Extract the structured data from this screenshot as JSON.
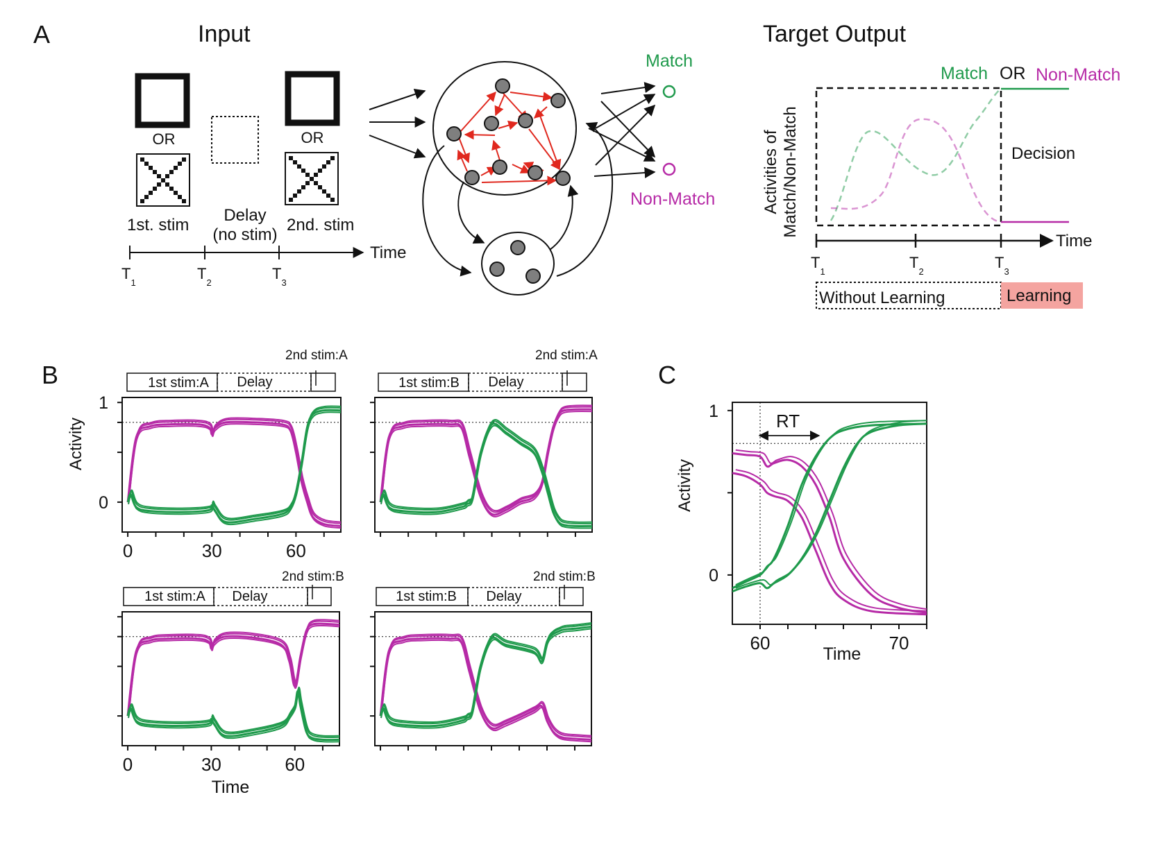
{
  "colors": {
    "match": "#1f9a4c",
    "nonmatch": "#b62aa6",
    "edge": "#e0281e",
    "node": "#7f7f7f",
    "learning_bg": "#f4a4a0"
  },
  "panel_labels": {
    "a": "A",
    "b": "B",
    "c": "C"
  },
  "panel_a": {
    "input_title": "Input",
    "or_label": "OR",
    "stim_labels": [
      "1st. stim",
      "Delay",
      "(no stim)",
      "2nd. stim"
    ],
    "time_label": "Time",
    "t_labels": [
      [
        "T",
        "1"
      ],
      [
        "T",
        "2"
      ],
      [
        "T",
        "3"
      ]
    ],
    "match_label": "Match",
    "nonmatch_label": "Non-Match",
    "target_title": "Target Output",
    "target_match": "Match",
    "target_or": "OR",
    "target_nonmatch": "Non-Match",
    "ylabel_line1": "Activities of",
    "ylabel_line2": "Match/Non-Match",
    "decision_label": "Decision",
    "without_learning": "Without Learning",
    "learning": "Learning"
  },
  "panel_b": {
    "ylabel": "Activity",
    "xlabel": "Time",
    "delay_label": "Delay",
    "subplots": [
      {
        "first_stim": "1st stim:A",
        "second_stim": "2nd stim:A"
      },
      {
        "first_stim": "1st stim:B",
        "second_stim": "2nd stim:A"
      },
      {
        "first_stim": "1st stim:A",
        "second_stim": "2nd stim:B"
      },
      {
        "first_stim": "1st stim:B",
        "second_stim": "2nd stim:B"
      }
    ]
  },
  "panel_c": {
    "ylabel": "Activity",
    "xlabel": "Time",
    "rt_label": "RT"
  },
  "chart_data": [
    {
      "type": "line",
      "title": "1st stim:A / 2nd stim:A",
      "xlabel": "",
      "ylabel": "Activity",
      "xlim": [
        -2,
        76
      ],
      "ylim": [
        -0.3,
        1.05
      ],
      "x_ticks": [
        "0",
        "30",
        "60"
      ],
      "y_ticks": [
        "0",
        "1"
      ],
      "threshold": 0.8,
      "series": [
        {
          "name": "Non-Match",
          "color": "nonmatch",
          "x": [
            0,
            3,
            8,
            15,
            25,
            29,
            30,
            31,
            35,
            45,
            55,
            58,
            60,
            62,
            64,
            66,
            70,
            76
          ],
          "y": [
            0,
            0.65,
            0.76,
            0.78,
            0.78,
            0.75,
            0.68,
            0.74,
            0.8,
            0.8,
            0.78,
            0.72,
            0.5,
            0.2,
            0,
            -0.15,
            -0.22,
            -0.24
          ]
        },
        {
          "name": "Match",
          "color": "match",
          "x": [
            0,
            1,
            3,
            8,
            20,
            29,
            30,
            31,
            35,
            45,
            55,
            58,
            60,
            62,
            64,
            66,
            70,
            76
          ],
          "y": [
            0,
            0.08,
            -0.05,
            -0.09,
            -0.1,
            -0.08,
            -0.03,
            -0.08,
            -0.2,
            -0.17,
            -0.12,
            -0.05,
            0.1,
            0.4,
            0.75,
            0.88,
            0.92,
            0.92
          ]
        }
      ]
    },
    {
      "type": "line",
      "title": "1st stim:B / 2nd stim:A",
      "xlabel": "",
      "ylabel": "",
      "xlim": [
        -2,
        76
      ],
      "ylim": [
        -0.3,
        1.05
      ],
      "threshold": 0.8,
      "series": [
        {
          "name": "Non-Match",
          "color": "nonmatch",
          "x": [
            0,
            3,
            8,
            15,
            25,
            29,
            32,
            36,
            40,
            45,
            50,
            55,
            58,
            60,
            62,
            64,
            66,
            70,
            76
          ],
          "y": [
            0,
            0.65,
            0.76,
            0.78,
            0.78,
            0.75,
            0.45,
            0.05,
            -0.12,
            -0.08,
            0.0,
            0.05,
            0.2,
            0.5,
            0.75,
            0.88,
            0.92,
            0.93,
            0.93
          ]
        },
        {
          "name": "Match",
          "color": "match",
          "x": [
            0,
            1,
            3,
            8,
            20,
            29,
            31,
            33,
            36,
            40,
            45,
            50,
            55,
            58,
            60,
            62,
            64,
            66,
            70,
            76
          ],
          "y": [
            0,
            0.08,
            -0.05,
            -0.09,
            -0.1,
            -0.05,
            -0.02,
            0.05,
            0.5,
            0.78,
            0.7,
            0.6,
            0.5,
            0.3,
            0.1,
            -0.1,
            -0.2,
            -0.23,
            -0.24,
            -0.24
          ]
        }
      ]
    },
    {
      "type": "line",
      "title": "1st stim:A / 2nd stim:B",
      "xlabel": "Time",
      "ylabel": "",
      "xlim": [
        -2,
        76
      ],
      "ylim": [
        -0.3,
        1.05
      ],
      "x_ticks": [
        "0",
        "30",
        "60"
      ],
      "threshold": 0.8,
      "series": [
        {
          "name": "Non-Match",
          "color": "nonmatch",
          "x": [
            0,
            3,
            8,
            15,
            25,
            29,
            30,
            31,
            35,
            45,
            55,
            58,
            60,
            62,
            64,
            66,
            70,
            76
          ],
          "y": [
            0,
            0.65,
            0.76,
            0.78,
            0.78,
            0.75,
            0.68,
            0.74,
            0.8,
            0.79,
            0.72,
            0.55,
            0.3,
            0.6,
            0.85,
            0.92,
            0.93,
            0.92
          ]
        },
        {
          "name": "Match",
          "color": "match",
          "x": [
            0,
            1,
            3,
            8,
            20,
            29,
            30,
            31,
            35,
            45,
            55,
            58,
            60,
            61,
            62,
            64,
            66,
            70,
            76
          ],
          "y": [
            0,
            0.08,
            -0.05,
            -0.09,
            -0.1,
            -0.08,
            -0.03,
            -0.08,
            -0.2,
            -0.17,
            -0.1,
            0.0,
            0.1,
            0.25,
            0.1,
            -0.15,
            -0.22,
            -0.24,
            -0.24
          ]
        }
      ]
    },
    {
      "type": "line",
      "title": "1st stim:B / 2nd stim:B",
      "xlabel": "",
      "ylabel": "",
      "xlim": [
        -2,
        76
      ],
      "ylim": [
        -0.3,
        1.05
      ],
      "threshold": 0.8,
      "series": [
        {
          "name": "Non-Match",
          "color": "nonmatch",
          "x": [
            0,
            3,
            8,
            15,
            25,
            29,
            32,
            36,
            40,
            45,
            55,
            58,
            60,
            62,
            64,
            66,
            70,
            76
          ],
          "y": [
            0,
            0.65,
            0.76,
            0.78,
            0.78,
            0.75,
            0.45,
            0.05,
            -0.12,
            -0.08,
            0.05,
            0.1,
            -0.05,
            -0.15,
            -0.2,
            -0.22,
            -0.23,
            -0.24
          ]
        },
        {
          "name": "Match",
          "color": "match",
          "x": [
            0,
            1,
            3,
            8,
            20,
            29,
            31,
            33,
            36,
            40,
            45,
            55,
            58,
            60,
            62,
            64,
            66,
            70,
            76
          ],
          "y": [
            0,
            0.08,
            -0.05,
            -0.09,
            -0.1,
            -0.05,
            -0.02,
            0.05,
            0.5,
            0.78,
            0.72,
            0.65,
            0.55,
            0.75,
            0.82,
            0.85,
            0.87,
            0.88,
            0.9
          ]
        }
      ]
    },
    {
      "type": "line",
      "title": "",
      "xlabel": "Time",
      "ylabel": "Activity",
      "xlim": [
        58,
        72
      ],
      "ylim": [
        -0.3,
        1.05
      ],
      "x_ticks": [
        "60",
        "70"
      ],
      "y_ticks": [
        "0",
        "1"
      ],
      "threshold": 0.8,
      "annotation": "RT",
      "series": [
        {
          "name": "Non-Match",
          "color": "nonmatch",
          "x": [
            58,
            59,
            60,
            60.5,
            61,
            62,
            63,
            64,
            65,
            66,
            68,
            72
          ],
          "y": [
            0.62,
            0.6,
            0.55,
            0.5,
            0.48,
            0.45,
            0.35,
            0.15,
            -0.05,
            -0.15,
            -0.22,
            -0.24
          ]
        },
        {
          "name": "Non-Match",
          "color": "nonmatch",
          "x": [
            58,
            59,
            60,
            60.5,
            61,
            62,
            63,
            64,
            65,
            66,
            68,
            70,
            72
          ],
          "y": [
            0.74,
            0.73,
            0.72,
            0.66,
            0.68,
            0.7,
            0.66,
            0.55,
            0.35,
            0.1,
            -0.12,
            -0.2,
            -0.23
          ]
        },
        {
          "name": "Match",
          "color": "match",
          "x": [
            58,
            59,
            60,
            60.5,
            61,
            62,
            63,
            64,
            65,
            66,
            68,
            72
          ],
          "y": [
            -0.08,
            -0.04,
            0.0,
            0.05,
            0.1,
            0.3,
            0.55,
            0.72,
            0.83,
            0.88,
            0.91,
            0.92
          ]
        },
        {
          "name": "Match",
          "color": "match",
          "x": [
            58,
            59,
            60,
            60.5,
            61,
            62,
            63,
            64,
            65,
            66,
            67,
            68,
            70,
            72
          ],
          "y": [
            -0.1,
            -0.07,
            -0.05,
            -0.08,
            -0.05,
            0.0,
            0.1,
            0.25,
            0.45,
            0.65,
            0.8,
            0.87,
            0.91,
            0.92
          ]
        }
      ]
    }
  ]
}
